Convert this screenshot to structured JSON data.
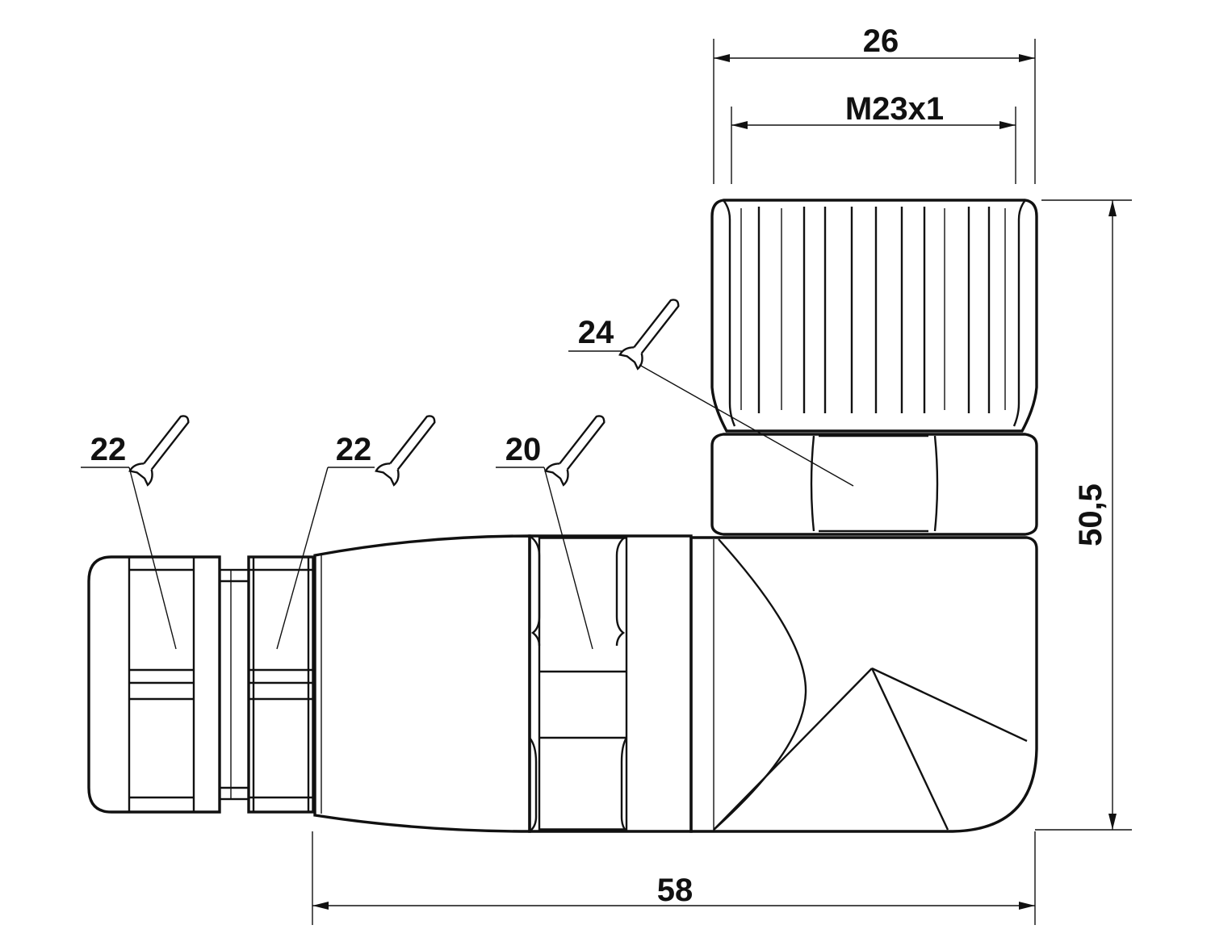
{
  "dimensions": {
    "width_outer": "26",
    "thread": "M23x1",
    "height": "50,5",
    "length": "58"
  },
  "wrench_sizes": [
    {
      "value": "22",
      "part": "cable-gland-cap"
    },
    {
      "value": "22",
      "part": "cable-gland-body"
    },
    {
      "value": "20",
      "part": "housing-flats"
    },
    {
      "value": "24",
      "part": "coupling-nut-hex"
    }
  ],
  "colors": {
    "line": "#111111",
    "background": "#ffffff"
  }
}
